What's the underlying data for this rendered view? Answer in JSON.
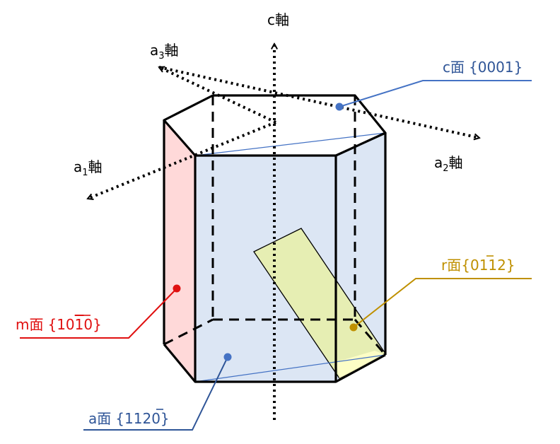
{
  "axes": {
    "c": {
      "text": "c軸"
    },
    "a1": {
      "base": "a",
      "sub": "1",
      "suffix": "軸"
    },
    "a2": {
      "base": "a",
      "sub": "2",
      "suffix": "軸"
    },
    "a3": {
      "base": "a",
      "sub": "3",
      "suffix": "軸"
    }
  },
  "faces": {
    "c": {
      "name": "c面",
      "index": "{0001}",
      "color": "#4472c4"
    },
    "m": {
      "name": "m面",
      "pre": "{10",
      "bar": "1",
      "post": "0}",
      "color": "#e01010"
    },
    "a": {
      "name": "a面",
      "pre": "{11",
      "bar": "2",
      "post": "0}",
      "color": "#2f5597"
    },
    "r": {
      "name": "r面",
      "pre": "{0",
      "bar": "1",
      "post": "12}",
      "color": "#bf9000"
    }
  },
  "colors": {
    "front_face_fill": "#dce6f4",
    "m_face_fill": "#ffd9d9",
    "r_face_fill": "#e6eeb3",
    "edge": "#000000"
  }
}
